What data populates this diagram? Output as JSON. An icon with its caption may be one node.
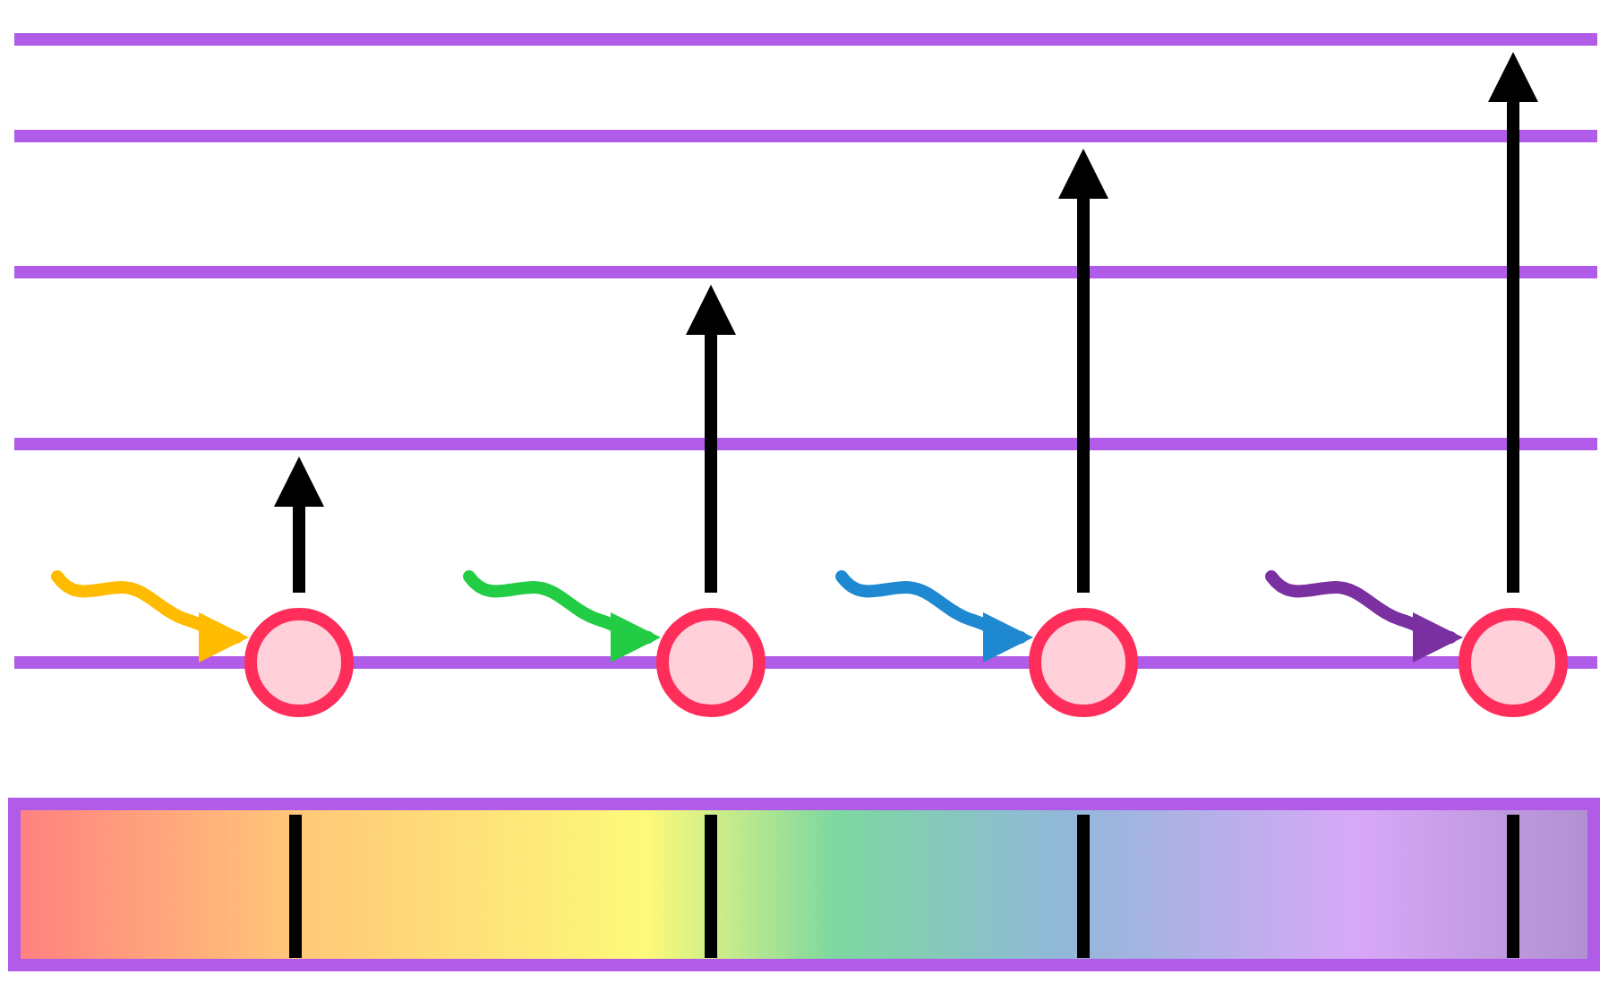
{
  "diagram": {
    "nodes": [
      {
        "text": [],
        "shape": "bar"
      },
      {
        "text": [],
        "shape": "bar"
      },
      {
        "text": [],
        "shape": "bar"
      },
      {
        "text": [],
        "shape": "bar"
      },
      {
        "text": [],
        "shape": "bar"
      },
      {
        "text": [],
        "shape": "circle"
      },
      {
        "text": [],
        "shape": "circle"
      },
      {
        "text": [],
        "shape": "circle"
      },
      {
        "text": [],
        "shape": "circle"
      }
    ],
    "edges": [
      {
        "from": null,
        "to": 5,
        "arrow": "to",
        "color": "#ffbb00"
      },
      {
        "from": 5,
        "to": 3,
        "arrow": "to"
      },
      {
        "from": null,
        "to": 6,
        "arrow": "to",
        "color": "#22cc44"
      },
      {
        "from": 6,
        "to": 2,
        "arrow": "to"
      },
      {
        "from": null,
        "to": 7,
        "arrow": "to",
        "color": "#1e88d0"
      },
      {
        "from": 7,
        "to": 1,
        "arrow": "to"
      },
      {
        "from": null,
        "to": 8,
        "arrow": "to",
        "color": "#7a30a0"
      },
      {
        "from": 8,
        "to": 0,
        "arrow": "to"
      }
    ]
  }
}
